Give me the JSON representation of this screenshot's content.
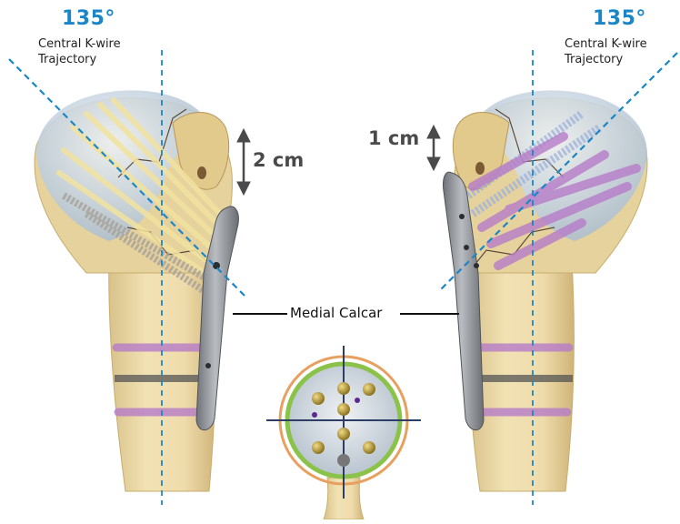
{
  "left": {
    "angle": "135°",
    "caption_line1": "Central K-wire",
    "caption_line2": "Trajectory",
    "measurement": "2 cm"
  },
  "right": {
    "angle": "135°",
    "caption_line1": "Central K-wire",
    "caption_line2": "Trajectory",
    "measurement": "1 cm"
  },
  "center_label": "Medial Calcar",
  "colors": {
    "accent_blue": "#1b86c7",
    "dashed_line": "#1b86c7",
    "bone": "#e9d7a3",
    "plate": "#8d9196",
    "screw_purple": "#b77cc9",
    "crosshair": "#2c3e66",
    "ring_outer": "#e8a060",
    "ring_inner": "#8bc34a"
  }
}
